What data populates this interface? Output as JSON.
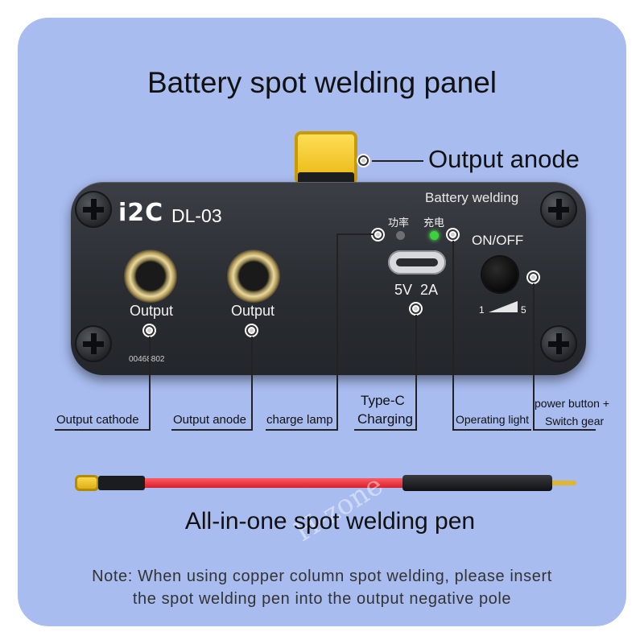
{
  "title": "Battery spot welding panel",
  "top_label": "Output anode",
  "panel": {
    "brand": "i2C",
    "model": "DL-03",
    "subtitle": "Battery welding",
    "power_led_cn": "功率",
    "charge_led_cn": "充电",
    "on_off": "ON/OFF",
    "output_left": "Output",
    "output_right": "Output",
    "usb_rating": "5V  2A",
    "serial": "00468802",
    "gear_min": "1",
    "gear_max": "5"
  },
  "callouts": {
    "output_cathode": "Output cathode",
    "output_anode": "Output anode",
    "charge_lamp": "charge lamp",
    "type_c_line1": "Type-C",
    "type_c_line2": "Charging",
    "operating_light": "Operating light",
    "power_line1": "power button +",
    "power_line2": "Switch gear"
  },
  "pen_label": "All-in-one spot welding pen",
  "watermark": "H-zone",
  "note_line1": "Note: When using copper column spot welding, please insert",
  "note_line2": "the spot welding pen into the output negative pole",
  "colors": {
    "background": "#a8bcf0",
    "panel": "#2d3035",
    "led_green": "#39d23a",
    "connector": "#f0c21a",
    "cable": "#e8323e"
  }
}
